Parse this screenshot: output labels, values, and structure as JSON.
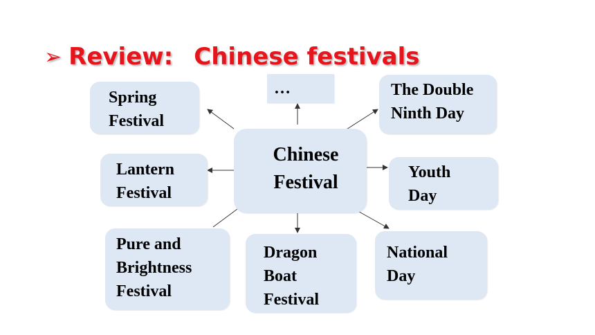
{
  "title": {
    "bullet_icon": "arrowhead-bullet-icon",
    "prefix": "Review:",
    "topic": "Chinese festivals"
  },
  "colors": {
    "title": "#e8141b",
    "box_fill": "#dee8f5",
    "text": "#000000",
    "connector": "#333333"
  },
  "center": {
    "lines": [
      "Chinese",
      "Festival"
    ]
  },
  "nodes": {
    "spring": {
      "lines": [
        "Spring",
        "Festival"
      ]
    },
    "ellipsis": {
      "lines": [
        "…"
      ]
    },
    "double": {
      "lines": [
        "The Double",
        "Ninth Day"
      ]
    },
    "lantern": {
      "lines": [
        "Lantern",
        "Festival"
      ]
    },
    "youth": {
      "lines": [
        "Youth",
        "Day"
      ]
    },
    "pure": {
      "lines": [
        "Pure and",
        "Brightness",
        "Festival"
      ]
    },
    "dragon": {
      "lines": [
        "Dragon",
        "Boat",
        "Festival"
      ]
    },
    "national": {
      "lines": [
        "National",
        "Day"
      ]
    }
  }
}
